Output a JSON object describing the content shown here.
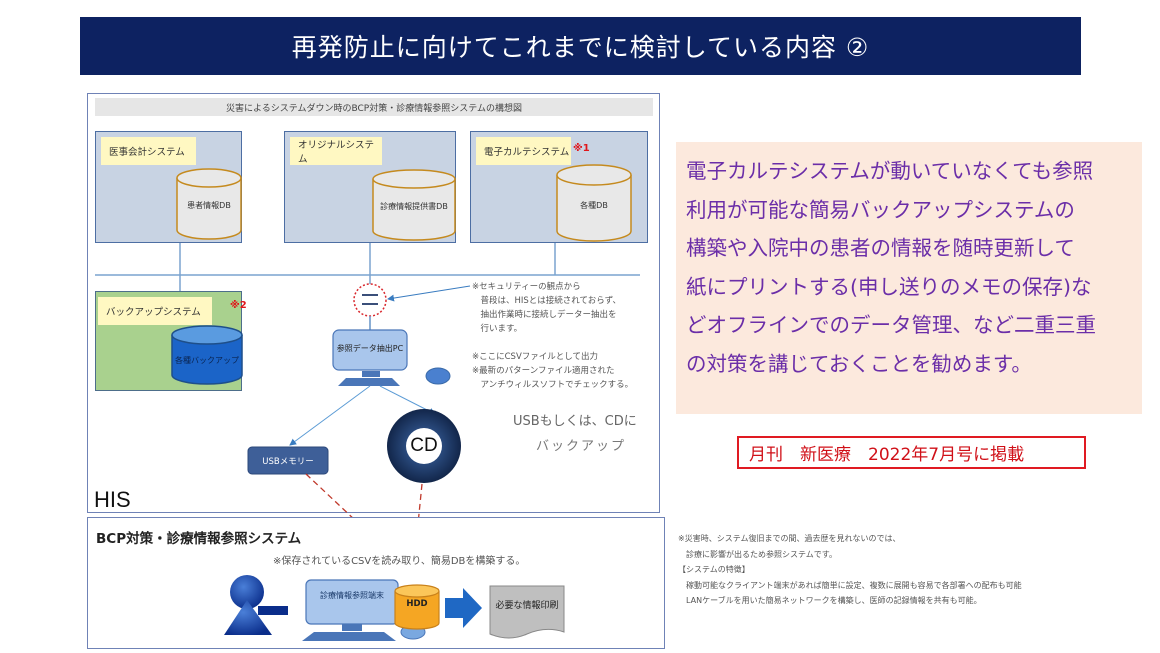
{
  "title": "再発防止に向けてこれまでに検討している内容 ②",
  "diagram": {
    "header": "災害によるシステムダウン時のBCP対策・診療情報参照システムの構想図",
    "systems": [
      {
        "label": "医事会計システム",
        "db": "患者情報DB",
        "mark": ""
      },
      {
        "label": "オリジナルシステム",
        "db": "診療情報提供書DB",
        "mark": ""
      },
      {
        "label": "電子カルテシステム",
        "db": "各種DB",
        "mark": "※1"
      }
    ],
    "backup_system": {
      "label": "バックアップシステム",
      "db": "各種バックアップ",
      "mark": "※2"
    },
    "security_note": "※セキュリティーの観点から\n　普段は、HISとは接続されておらず、\n　抽出作業時に接続しデーター抽出を\n　行います。",
    "csv_note": "※ここにCSVファイルとして出力\n※最新のパターンファイル適用された\n　アンチウィルスソフトでチェックする。",
    "extract_pc_label": "参照データ抽出PC",
    "usb_label": "USBメモリー",
    "cd_label": "CD",
    "backup_note_line1": "USBもしくは、CDに",
    "backup_note_line2": "バックアップ",
    "his_label": "HIS",
    "bcp_title": "BCP対策・診療情報参照システム",
    "bcp_note": "※保存されているCSVを読み取り、簡易DBを構築する。",
    "terminal_label": "診療情報参照端末",
    "hdd_label": "HDD",
    "print_label": "必要な情報印刷"
  },
  "callout_lines": [
    "電子カルテシステムが動いていなくても参照",
    "利用が可能な簡易バックアップシステムの",
    "構築や入院中の患者の情報を随時更新して",
    "紙にプリントする(申し送りのメモの保存)な",
    "どオフラインでのデータ管理、など二重三重",
    "の対策を講じておくことを勧めます。"
  ],
  "publication": "月刊　新医療　2022年7月号に掲載",
  "footnotes": [
    "※災害時、システム復旧までの間、過去歴を見れないのでは、",
    "　診療に影響が出るため参照システムです。",
    "【システムの特徴】",
    "　稼動可能なクライアント端末があれば簡単に設定、複数に展開も容易で各部署への配布も可能",
    "　LANケーブルを用いた簡易ネットワークを構築し、医師の記録情報を共有も可能。"
  ],
  "colors": {
    "title_bg": "#0d2261",
    "callout_bg": "#fce9dd",
    "callout_text": "#6b2ea8",
    "publication_red": "#e01a22",
    "system_box": "#c8d3e3",
    "backup_box": "#a9d18e",
    "label_yellow": "#fff8c2",
    "cd_navy": "#1b3561",
    "hdd_orange": "#f5a623"
  }
}
